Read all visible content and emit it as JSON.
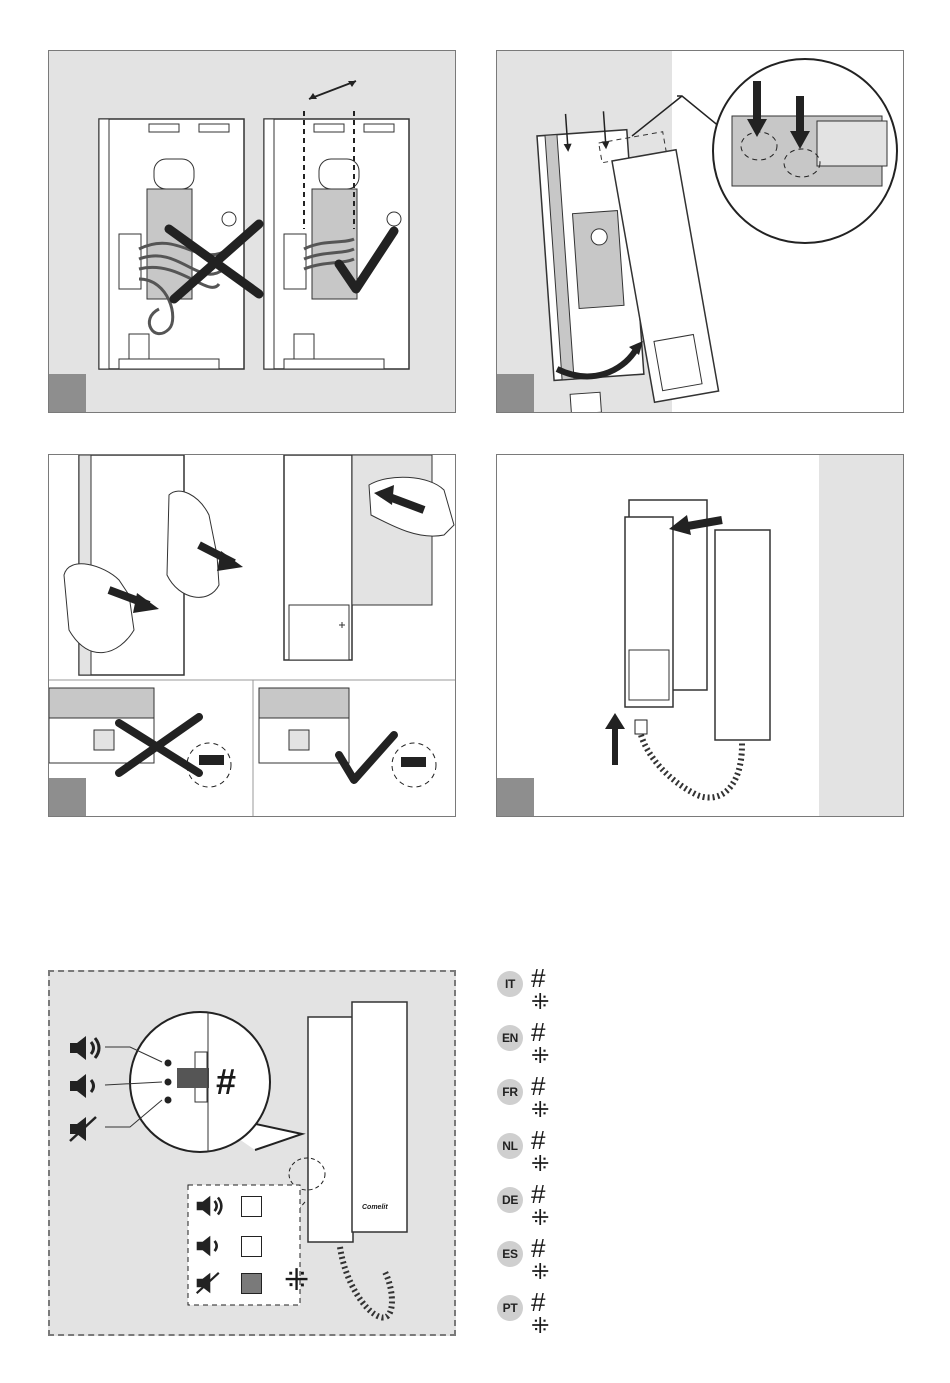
{
  "languages": [
    {
      "code": "IT",
      "hash_symbol": "#",
      "privacy_symbol": "⁜"
    },
    {
      "code": "EN",
      "hash_symbol": "#",
      "privacy_symbol": "⁜"
    },
    {
      "code": "FR",
      "hash_symbol": "#",
      "privacy_symbol": "⁜"
    },
    {
      "code": "NL",
      "hash_symbol": "#",
      "privacy_symbol": "⁜"
    },
    {
      "code": "DE",
      "hash_symbol": "#",
      "privacy_symbol": "⁜"
    },
    {
      "code": "ES",
      "hash_symbol": "#",
      "privacy_symbol": "⁜"
    },
    {
      "code": "PT",
      "hash_symbol": "#",
      "privacy_symbol": "⁜"
    }
  ],
  "volume_panel": {
    "switch_symbol": "#",
    "privacy_symbol": "⁜",
    "handset_brand": "Comelit",
    "legend": [
      {
        "icon": "speaker-loud-icon",
        "checked": false
      },
      {
        "icon": "speaker-low-icon",
        "checked": false
      },
      {
        "icon": "speaker-mute-icon",
        "checked": true
      }
    ]
  },
  "colors": {
    "panel_bg": "#e3e3e3",
    "step_marker": "#8e8e8e",
    "badge": "#cfcfcf",
    "line": "#333333",
    "device_white": "#ffffff",
    "device_grey": "#c7c7c7",
    "filled_box": "#7a7a7a"
  }
}
